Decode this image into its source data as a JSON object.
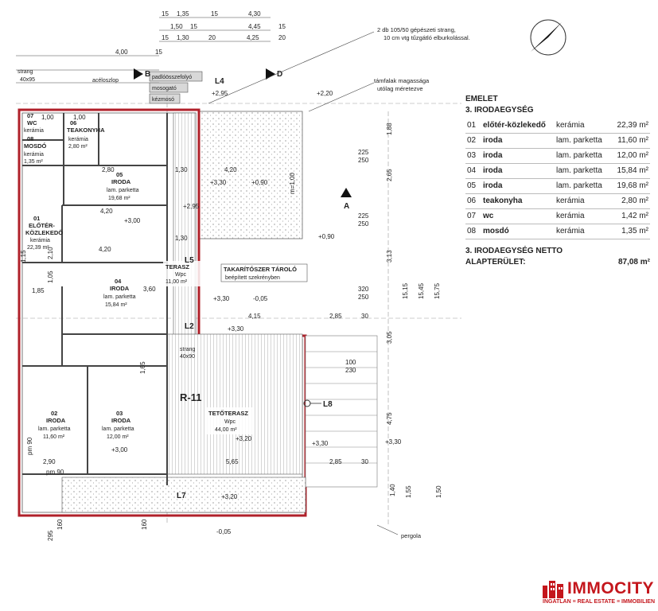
{
  "colors": {
    "outline": "#b0202a",
    "brand": "#c4161c"
  },
  "legend": {
    "title1": "EMELET",
    "title2": "3. IRODAEGYSÉG",
    "rows": [
      {
        "num": "01",
        "name": "előtér-közlekedő",
        "material": "kerámia",
        "area": "22,39 m²"
      },
      {
        "num": "02",
        "name": "iroda",
        "material": "lam. parketta",
        "area": "11,60 m²"
      },
      {
        "num": "03",
        "name": "iroda",
        "material": "lam. parketta",
        "area": "12,00 m²"
      },
      {
        "num": "04",
        "name": "iroda",
        "material": "lam. parketta",
        "area": "15,84 m²"
      },
      {
        "num": "05",
        "name": "iroda",
        "material": "lam. parketta",
        "area": "19,68 m²"
      },
      {
        "num": "06",
        "name": "teakonyha",
        "material": "kerámia",
        "area": "2,80 m²"
      },
      {
        "num": "07",
        "name": "wc",
        "material": "kerámia",
        "area": "1,42 m²"
      },
      {
        "num": "08",
        "name": "mosdó",
        "material": "kerámia",
        "area": "1,35 m²"
      }
    ],
    "net_label1": "3. IRODAEGYSÉG NETTO",
    "net_label2": "ALAPTERÜLET:",
    "net_value": "87,08 m²"
  },
  "notes": {
    "strang": "2 db 105/50 gépészeti strang,",
    "strang2": "10 cm vtg tűzgátló elburkolással.",
    "tamfal": "támfalak magassága",
    "tamfal2": "utólag méretezve",
    "gutter": "padlóösszefolyó",
    "sink": "mosogató",
    "handwash": "kézmosó",
    "steel": "acéloszlop",
    "strang_tl": "strang",
    "strang_tl2": "40x95",
    "strang_mid": "strang",
    "strang_mid2": "40x90",
    "cleaning": "TAKARÍTÓSZER TÁROLÓ",
    "cleaning2": "beépített szekrényben",
    "pergola": "pergola"
  },
  "rooms": {
    "r07": {
      "num": "07",
      "name": "WC",
      "mat": "kerámia",
      "area": "1,42 m²"
    },
    "r06": {
      "num": "06",
      "name": "TEAKONYHA",
      "mat": "kerámia",
      "area": "2,80 m²"
    },
    "r08": {
      "num": "08",
      "name": "MOSDÓ",
      "mat": "kerámia",
      "area": "1,35 m²"
    },
    "r05": {
      "num": "05",
      "name": "IRODA",
      "mat": "lam. parketta",
      "area": "19,68 m²"
    },
    "r01": {
      "num": "01",
      "name": "ELŐTÉR-",
      "name2": "KÖZLEKEDŐ",
      "mat": "kerámia",
      "area": "22,39 m²"
    },
    "r04": {
      "num": "04",
      "name": "IRODA",
      "mat": "lam. parketta",
      "area": "15,84 m²"
    },
    "r02": {
      "num": "02",
      "name": "IRODA",
      "mat": "lam. parketta",
      "area": "11,60 m²"
    },
    "r03": {
      "num": "03",
      "name": "IRODA",
      "mat": "lam. parketta",
      "area": "12,00 m²"
    },
    "terasz": {
      "name": "TERASZ",
      "mat": "Wpc",
      "area": "11,00 m²"
    },
    "teto": {
      "name": "TETŐTERASZ",
      "mat": "Wpc",
      "area": "44,00 m²"
    }
  },
  "labels": {
    "unit": "R-11",
    "l4": "L4",
    "l5": "L5",
    "l2": "L2",
    "l7": "L7",
    "l8": "L8",
    "sec_a": "A",
    "sec_b": "B",
    "sec_d": "D"
  },
  "dims_top": [
    {
      "a": "15",
      "b": "1,35",
      "c": "15",
      "d": "4,30"
    },
    {
      "a": "1,50",
      "b": "15",
      "c": "4,45",
      "d": "15"
    },
    {
      "a": "15",
      "b": "1,30",
      "c": "20",
      "d": "4,25",
      "e": "20"
    }
  ],
  "dims_misc": [
    "4,00",
    "15",
    "1,00",
    "1,00",
    "2,80",
    "4,20",
    "1,30",
    "4,20",
    "1,30",
    "3,60",
    "2,85",
    "30",
    "4,15",
    "4,20",
    "5,65",
    "2,90",
    "2,85",
    "30",
    "225",
    "250",
    "225",
    "250",
    "320",
    "250",
    "100",
    "230",
    "1,88",
    "2,65",
    "3,13",
    "3,05",
    "4,75",
    "15,15",
    "15,45",
    "15,75",
    "1,40",
    "1,55",
    "1,50",
    "295",
    "160",
    "160",
    "+2,95",
    "+2,20",
    "+3,30",
    "+0,90",
    "+3,00",
    "+2,95",
    "+0,90",
    "+3,30",
    "-0,05",
    "+3,30",
    "+3,20",
    "+3,30",
    "+3,00",
    "+3,30",
    "+3,20",
    "-0,05",
    "m=1,00",
    "pm 90",
    "pm 90",
    "1,65",
    "2,10",
    "1,15",
    "1,85",
    "1,05"
  ],
  "logo": {
    "name": "IMMOCITY",
    "tagline": "INGATLAN ≡ REAL ESTATE ≡ IMMOBILIEN"
  }
}
